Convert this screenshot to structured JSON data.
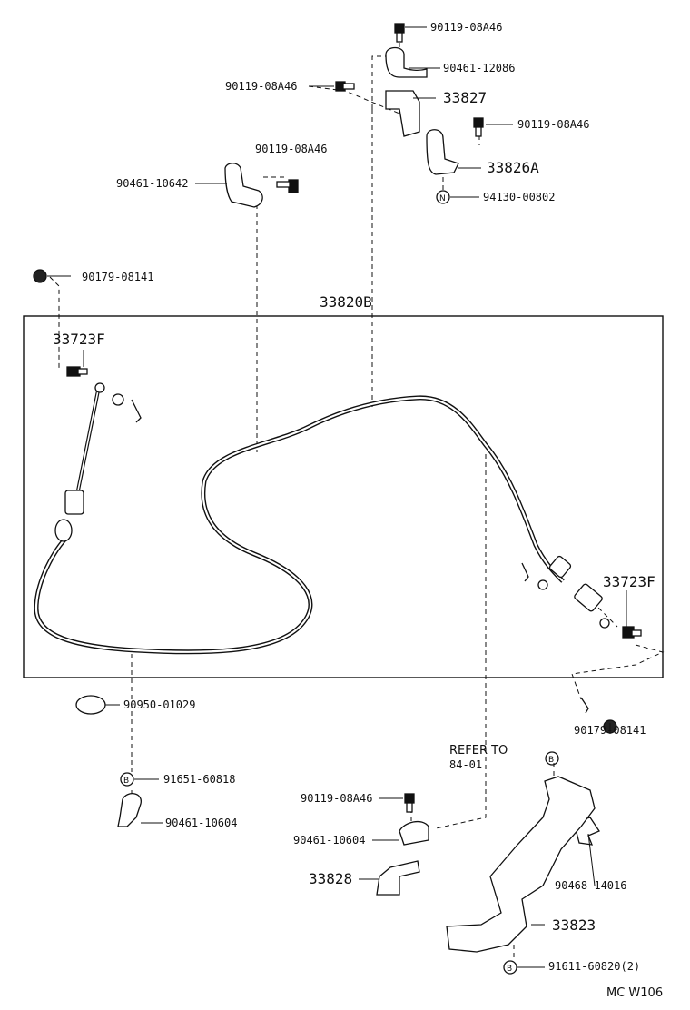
{
  "parts": {
    "bolt_top": "90119-08A46",
    "clamp_top": "90461-12086",
    "bracket_33827": "33827",
    "bolt_left_top": "90119-08A46",
    "bolt_right": "90119-08A46",
    "bracket_33826a": "33826A",
    "nut_top": "94130-00802",
    "bolt_mid": "90119-08A46",
    "clamp_left": "90461-10642",
    "clip_left_top": "90179-08141",
    "cable_assy": "33820B",
    "end_left": "33723F",
    "end_right": "33723F",
    "grommet": "90950-01029",
    "clip_right_bottom": "90179-08141",
    "refer_to": "REFER TO",
    "refer_page": "84-01",
    "bolt_b_left": "91651-60818",
    "clamp_bottom_left": "90461-10604",
    "bolt_bottom": "90119-08A46",
    "clamp_bottom": "90461-10604",
    "bracket_33828": "33828",
    "clip_bracket": "90468-14016",
    "bracket_33823": "33823",
    "bolt_bottom_right": "91611-60820(2)",
    "code": "MC W106"
  }
}
